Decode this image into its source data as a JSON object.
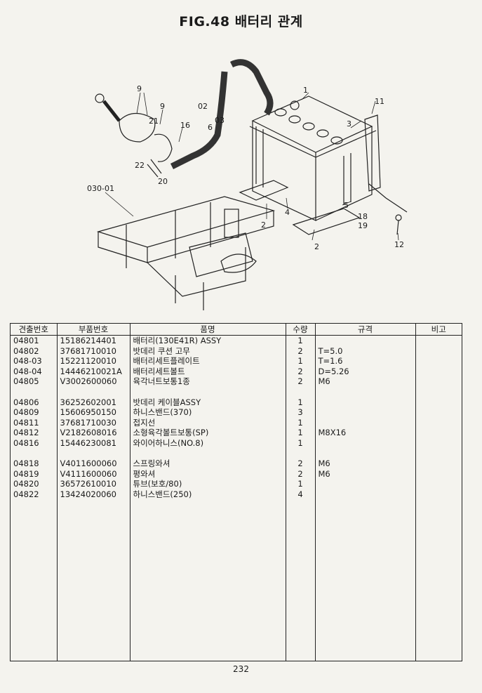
{
  "title": "FIG.48 배터리 관계",
  "diagram_callouts": {
    "c9a": "9",
    "c9b": "9",
    "c21": "21",
    "c22": "22",
    "c16": "16",
    "c20": "20",
    "c02": "02",
    "c03": "03",
    "c6": "6",
    "c1": "1",
    "c3": "3",
    "c11": "11",
    "c030": "030-01",
    "c2a": "2",
    "c4": "4",
    "c5": "5",
    "c18": "18",
    "c19": "19",
    "c2b": "2",
    "c12": "12"
  },
  "table": {
    "headers": {
      "code": "견출번호",
      "part_no": "부품번호",
      "name": "품명",
      "qty": "수량",
      "spec": "규격",
      "remark": "비고"
    },
    "rows": [
      {
        "code": "04801",
        "part_no": "15186214401",
        "name": "배터리(130E41R) ASSY",
        "qty": "1",
        "spec": ""
      },
      {
        "code": "04802",
        "part_no": "37681710010",
        "name": "밧데리 쿠션 고무",
        "qty": "2",
        "spec": "T=5.0"
      },
      {
        "code": "048-03",
        "part_no": "15221120010",
        "name": "배터리세트플레이트",
        "qty": "1",
        "spec": "T=1.6"
      },
      {
        "code": "048-04",
        "part_no": "14446210021A",
        "name": "배터리세트볼트",
        "qty": "2",
        "spec": "D=5.26"
      },
      {
        "code": "04805",
        "part_no": "V3002600060",
        "name": "육각너트보통1종",
        "qty": "2",
        "spec": "M6"
      },
      {
        "code": "",
        "part_no": "",
        "name": "",
        "qty": "",
        "spec": ""
      },
      {
        "code": "04806",
        "part_no": "36252602001",
        "name": "밧데리 케이블ASSY",
        "qty": "1",
        "spec": ""
      },
      {
        "code": "04809",
        "part_no": "15606950150",
        "name": "하니스밴드(370)",
        "qty": "3",
        "spec": ""
      },
      {
        "code": "04811",
        "part_no": "37681710030",
        "name": "접지선",
        "qty": "1",
        "spec": ""
      },
      {
        "code": "04812",
        "part_no": "V2182608016",
        "name": "소형육각볼트보통(SP)",
        "qty": "1",
        "spec": "M8X16"
      },
      {
        "code": "04816",
        "part_no": "15446230081",
        "name": "와이어하니스(NO.8)",
        "qty": "1",
        "spec": ""
      },
      {
        "code": "",
        "part_no": "",
        "name": "",
        "qty": "",
        "spec": ""
      },
      {
        "code": "04818",
        "part_no": "V4011600060",
        "name": "스프링와셔",
        "qty": "2",
        "spec": "M6"
      },
      {
        "code": "04819",
        "part_no": "V4111600060",
        "name": "평와셔",
        "qty": "2",
        "spec": "M6"
      },
      {
        "code": "04820",
        "part_no": "36572610010",
        "name": "튜브(보호/80)",
        "qty": "1",
        "spec": ""
      },
      {
        "code": "04822",
        "part_no": "13424020060",
        "name": "하니스밴드(250)",
        "qty": "4",
        "spec": ""
      }
    ]
  },
  "page_number": "232"
}
